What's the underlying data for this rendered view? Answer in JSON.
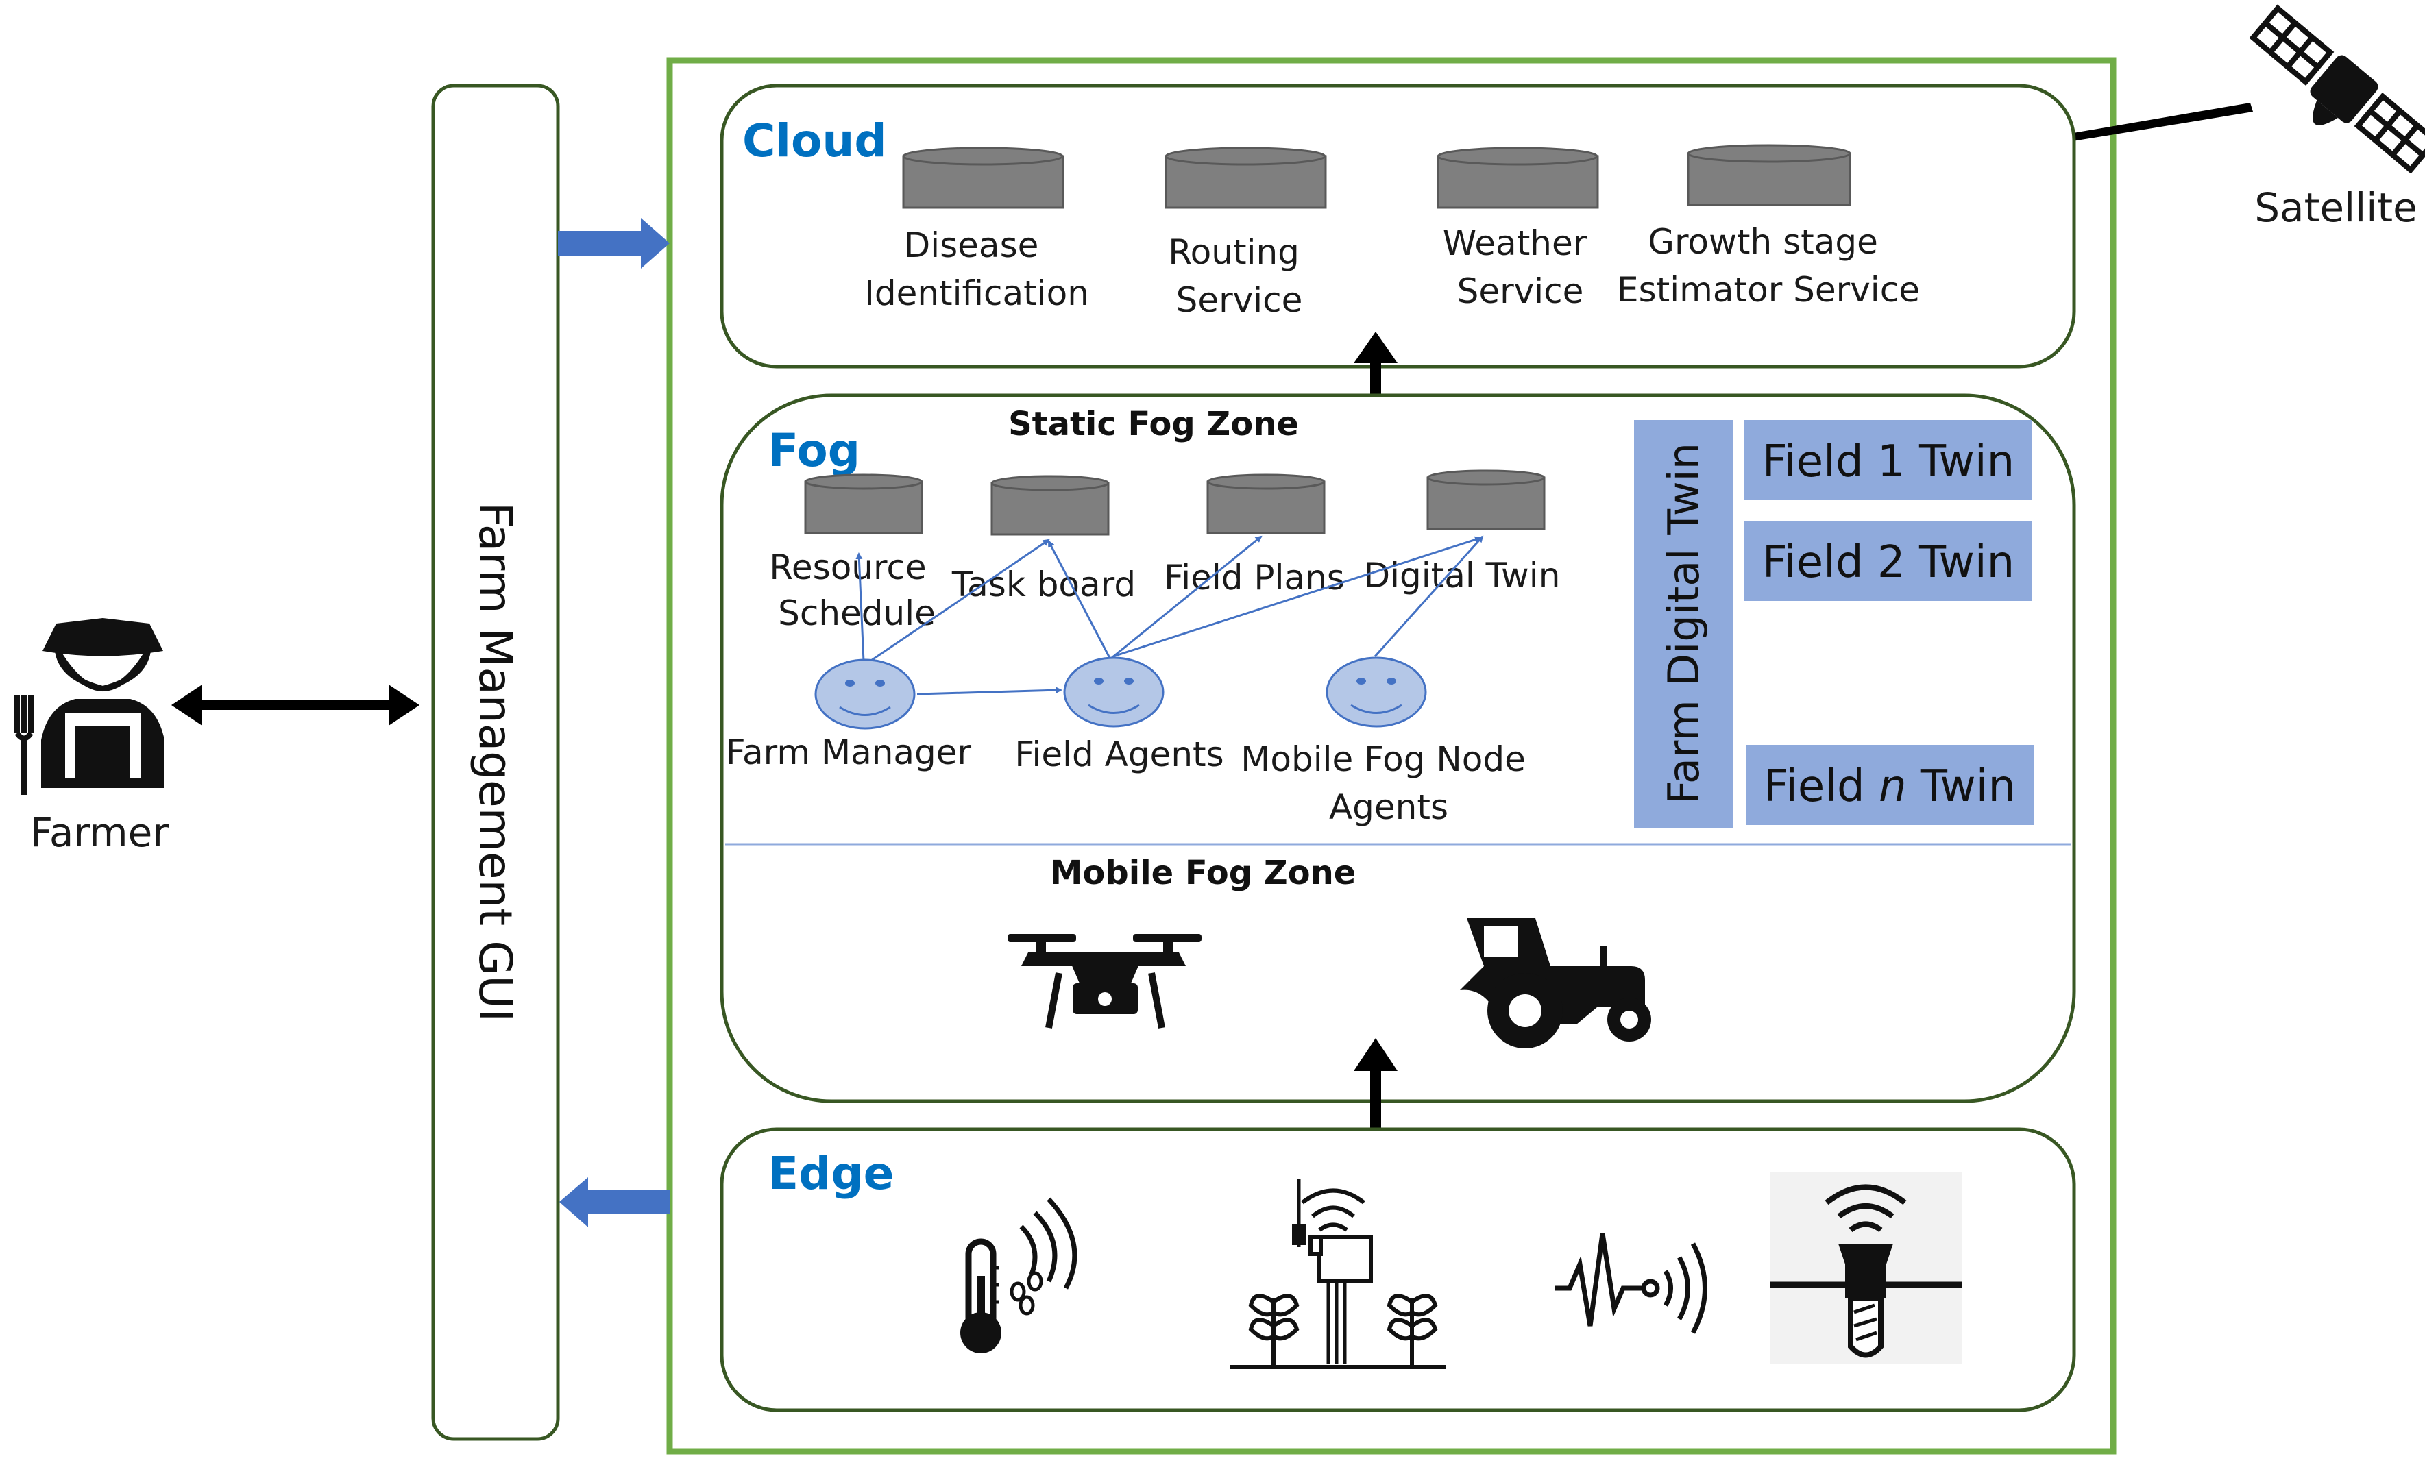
{
  "colors": {
    "frame_green": "#70AD47",
    "zone_border": "#385723",
    "accent_blue": "#0070C0",
    "db_gray": "#7F7F7F",
    "twin_blue": "#8FAADC",
    "agent_blue": "#B4C7E7",
    "thin_arrow": "#4472C4",
    "block_arrow": "#4472C4"
  },
  "gui": {
    "label": "Farm Management GUI"
  },
  "farmer": {
    "label": "Farmer",
    "icon": "farmer-icon"
  },
  "satellite": {
    "label": "Satellite",
    "icon": "satellite-icon"
  },
  "cloud": {
    "title": "Cloud",
    "services": [
      {
        "line1": "Disease",
        "line2": "Identification"
      },
      {
        "line1": "Routing",
        "line2": "Service"
      },
      {
        "line1": "Weather",
        "line2": "Service"
      },
      {
        "line1": "Growth stage",
        "line2": "Estimator Service"
      }
    ]
  },
  "fog": {
    "title": "Fog",
    "static_zone": "Static Fog Zone",
    "mobile_zone": "Mobile Fog Zone",
    "databases": [
      {
        "line1": "Resource",
        "line2": "Schedule"
      },
      {
        "line1": "Task board",
        "line2": ""
      },
      {
        "line1": "Field Plans",
        "line2": ""
      },
      {
        "line1": "Digital Twin",
        "line2": ""
      }
    ],
    "agents": [
      {
        "line1": "Farm Manager",
        "line2": ""
      },
      {
        "line1": "Field Agents",
        "line2": ""
      },
      {
        "line1": "Mobile Fog Node",
        "line2": "Agents"
      }
    ],
    "farm_twin": "Farm Digital Twin",
    "field_twins": {
      "field1": "Field 1 Twin",
      "field2": "Field 2 Twin",
      "fieldn_prefix": "Field ",
      "fieldn_var": "n",
      "fieldn_suffix": " Twin"
    },
    "mobile_icons": [
      "drone-icon",
      "tractor-icon"
    ]
  },
  "edge": {
    "title": "Edge",
    "icons": [
      "thermometer-humidity-icon",
      "soil-sensor-station-icon",
      "vibration-sensor-icon",
      "ground-probe-sensor-icon"
    ]
  }
}
